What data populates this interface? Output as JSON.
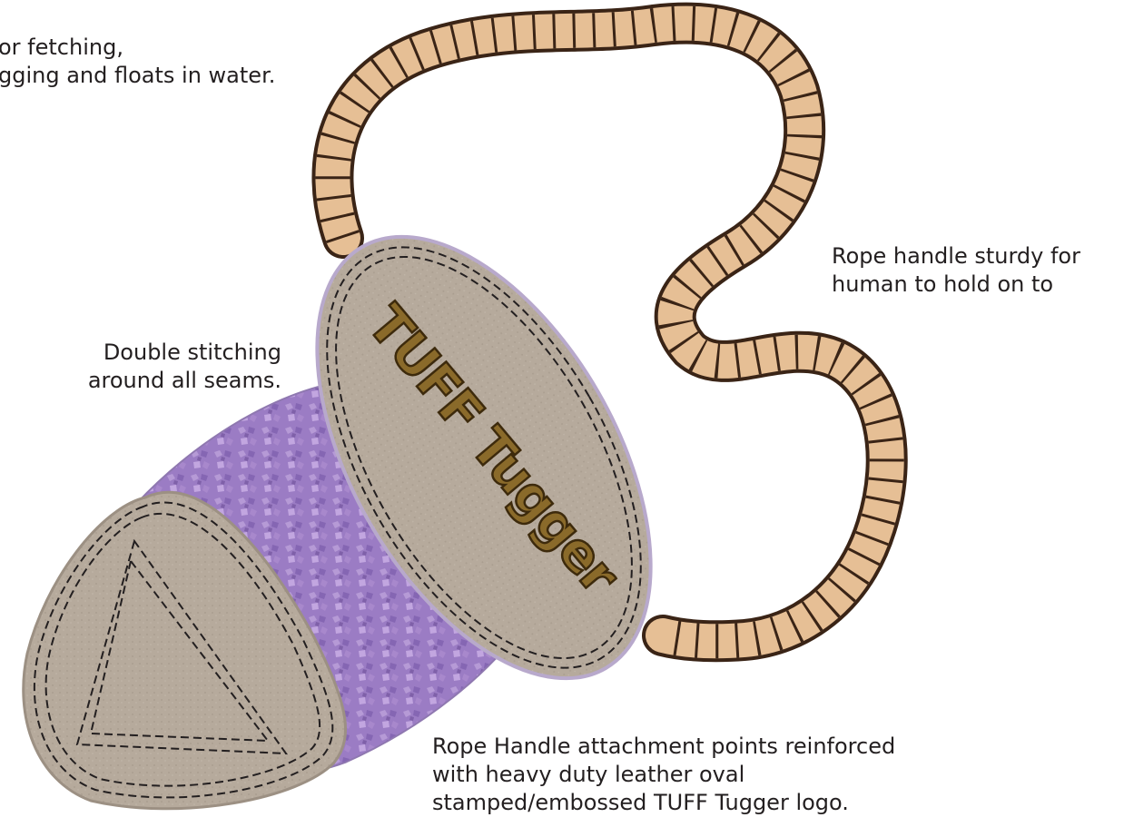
{
  "callouts": {
    "floats": {
      "line1": "or fetching,",
      "line2": "gging and floats in water."
    },
    "stitching": {
      "line1": "Double stitching",
      "line2": "around all seams."
    },
    "rope_handle": {
      "line1": "Rope handle sturdy for",
      "line2": "human to hold on to"
    },
    "attachment": {
      "line1": "Rope Handle attachment points reinforced",
      "line2": "with heavy duty leather oval",
      "line3": "stamped/embossed TUFF Tugger logo."
    }
  },
  "logo": {
    "text": "TUFF Tugger"
  },
  "colors": {
    "rope_fill": "#e6bf95",
    "rope_outline": "#3a2416",
    "leather": "#b6aa9c",
    "body_purple": "#9b7cc4",
    "stitch": "#231f20",
    "logo_gold": "#8a6a2a"
  }
}
